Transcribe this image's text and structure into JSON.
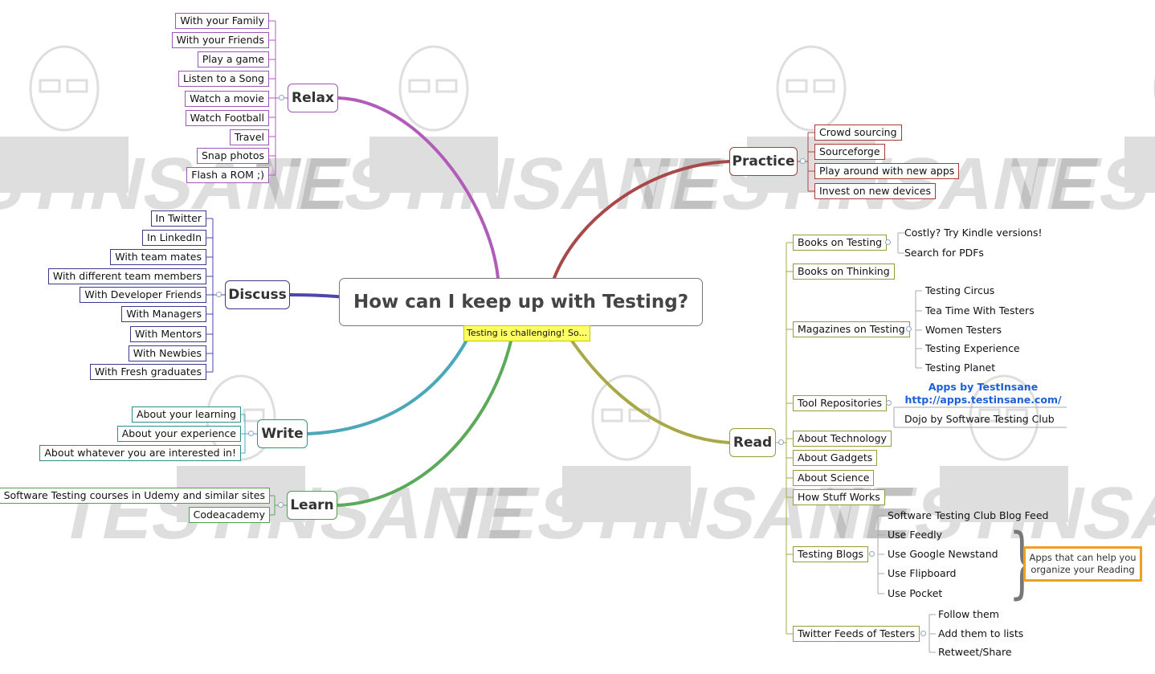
{
  "central": {
    "title": "How can I keep up with Testing?",
    "note": "Testing is challenging! So..."
  },
  "colors": {
    "relax": "#b05cb8",
    "discuss": "#4a48a8",
    "write": "#4aa8b8",
    "learn": "#5aaa5a",
    "practice": "#a84848",
    "read": "#a8a848",
    "callout": "#f0a020"
  },
  "watermark": {
    "text": "TESTINSANE"
  },
  "relax": {
    "label": "Relax",
    "items": [
      "With your Family",
      "With your Friends",
      "Play a game",
      "Listen to a Song",
      "Watch a movie",
      "Watch Football",
      "Travel",
      "Snap photos",
      "Flash a ROM ;)"
    ]
  },
  "discuss": {
    "label": "Discuss",
    "items": [
      "In Twitter",
      "In LinkedIn",
      "With team mates",
      "With different team members",
      "With Developer Friends",
      "With Managers",
      "With Mentors",
      "With Newbies",
      "With Fresh graduates"
    ]
  },
  "write": {
    "label": "Write",
    "items": [
      "About your learning",
      "About your experience",
      "About whatever you are interested in!"
    ]
  },
  "learn": {
    "label": "Learn",
    "items": [
      "Software Testing courses in Udemy and similar sites",
      "Codeacademy"
    ]
  },
  "practice": {
    "label": "Practice",
    "items": [
      "Crowd sourcing",
      "Sourceforge",
      "Play around with new apps",
      "Invest on new devices"
    ]
  },
  "read": {
    "label": "Read",
    "books_testing": {
      "label": "Books on Testing",
      "children": [
        "Costly? Try Kindle versions!",
        "Search for PDFs"
      ]
    },
    "books_thinking": "Books on Thinking",
    "magazines": {
      "label": "Magazines on Testing",
      "children": [
        "Testing Circus",
        "Tea Time With Testers",
        "Women Testers",
        "Testing Experience",
        "Testing Planet"
      ]
    },
    "tools": {
      "label": "Tool Repositories",
      "app_title": "Apps by TestInsane",
      "app_url": "http://apps.testinsane.com/",
      "dojo": "Dojo by Software Testing Club"
    },
    "about_technology": "About Technology",
    "about_gadgets": "About Gadgets",
    "about_science": "About Science",
    "how_stuff_works": "How Stuff Works",
    "blogs": {
      "label": "Testing Blogs",
      "children": [
        "Software Testing Club Blog Feed",
        "Use Feedly",
        "Use Google Newstand",
        "Use Flipboard",
        "Use Pocket"
      ],
      "callout": [
        "Apps that can help you",
        "organize your Reading"
      ]
    },
    "twitter": {
      "label": "Twitter Feeds of Testers",
      "children": [
        "Follow them",
        "Add them to lists",
        "Retweet/Share"
      ]
    }
  }
}
